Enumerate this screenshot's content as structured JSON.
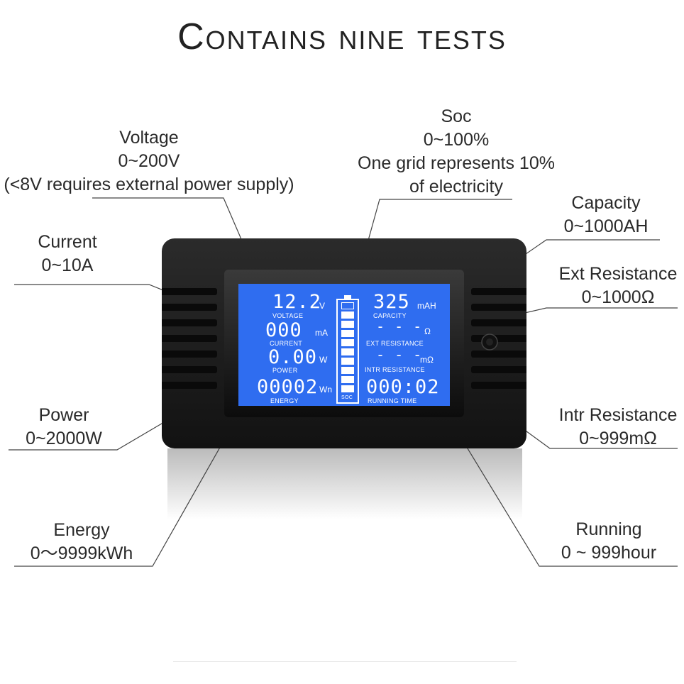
{
  "title": "Contains nine tests",
  "labels": {
    "voltage": {
      "name": "Voltage",
      "range": "0~200V",
      "note": "(<8V requires external power supply)"
    },
    "soc": {
      "name": "Soc",
      "range": "0~100%",
      "note1": "One grid represents 10%",
      "note2": "of electricity"
    },
    "capacity": {
      "name": "Capacity",
      "range": "0~1000AH"
    },
    "current": {
      "name": "Current",
      "range": "0~10A"
    },
    "ext_resistance": {
      "name": "Ext Resistance",
      "range": "0~1000Ω"
    },
    "power": {
      "name": "Power",
      "range": "0~2000W"
    },
    "intr_resistance": {
      "name": "Intr Resistance",
      "range": "0~999mΩ"
    },
    "energy": {
      "name": "Energy",
      "range": "0～9999kWh"
    },
    "running": {
      "name": "Running",
      "range": "0 ~ 999hour"
    }
  },
  "lcd": {
    "voltage": {
      "value": "12.2",
      "unit": "V",
      "caption": "VOLTAGE"
    },
    "current": {
      "value": "000",
      "unit": "mA",
      "caption": "CURRENT"
    },
    "power": {
      "value": "0.00",
      "unit": "W",
      "caption": "POWER"
    },
    "energy": {
      "value": "00002",
      "unit": "Wn",
      "caption": "ENERGY"
    },
    "capacity": {
      "value": "325",
      "unit": "mAH",
      "caption": "CAPACITY"
    },
    "ext_resistance": {
      "value": "- - -",
      "unit": "Ω",
      "caption": "EXT RESISTANCE"
    },
    "intr_resistance": {
      "value": "- - -",
      "unit": "mΩ",
      "caption": "INTR RESISTANCE"
    },
    "running_time": {
      "value": "000:02",
      "caption": "RUNNING TIME"
    },
    "soc_caption": "SOC",
    "soc_level": 0.9
  },
  "colors": {
    "lcd_blue": "#2f6df0",
    "device_body": "#1b1b1b"
  }
}
